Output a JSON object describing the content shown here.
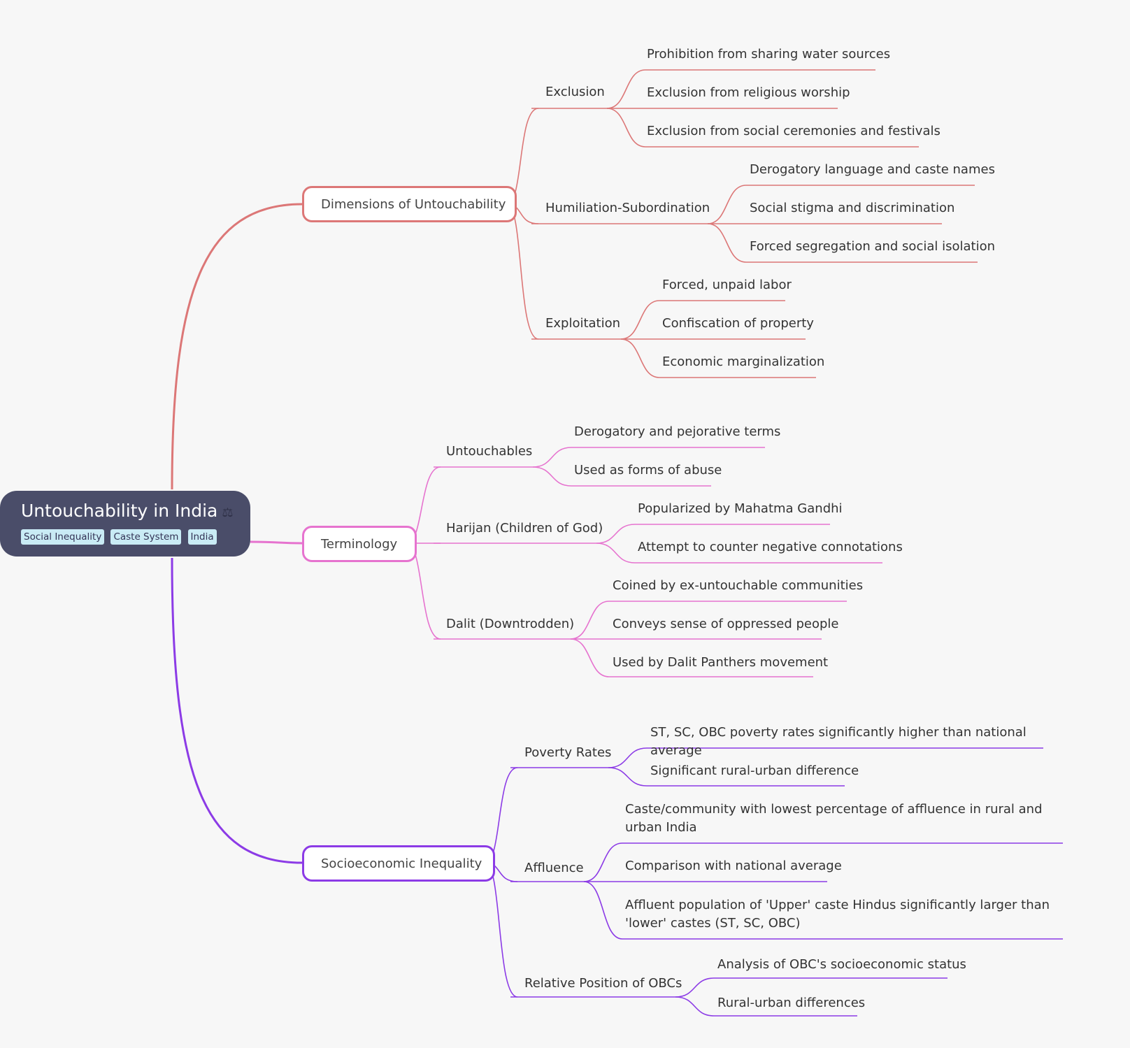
{
  "root": {
    "title": "Untouchability in India",
    "icon": "scales-icon",
    "tags": [
      "Social Inequality",
      "Caste System",
      "India"
    ],
    "color": "#4a4d69"
  },
  "branches": [
    {
      "label": "Dimensions of Untouchability",
      "color": "#dc7777",
      "children": [
        {
          "label": "Exclusion",
          "leaves": [
            "Prohibition from sharing water sources",
            "Exclusion from religious worship",
            "Exclusion from social ceremonies and festivals"
          ]
        },
        {
          "label": "Humiliation-Subordination",
          "leaves": [
            "Derogatory language and caste names",
            "Social stigma and discrimination",
            "Forced segregation and social isolation"
          ]
        },
        {
          "label": "Exploitation",
          "leaves": [
            "Forced, unpaid labor",
            "Confiscation of property",
            "Economic marginalization"
          ]
        }
      ]
    },
    {
      "label": "Terminology",
      "color": "#e673cf",
      "children": [
        {
          "label": "Untouchables",
          "leaves": [
            "Derogatory and pejorative terms",
            "Used as forms of abuse"
          ]
        },
        {
          "label": "Harijan (Children of God)",
          "leaves": [
            "Popularized by Mahatma Gandhi",
            "Attempt to counter negative connotations"
          ]
        },
        {
          "label": "Dalit (Downtrodden)",
          "leaves": [
            "Coined by ex-untouchable communities",
            "Conveys sense of oppressed people",
            "Used by Dalit Panthers movement"
          ]
        }
      ]
    },
    {
      "label": "Socioeconomic Inequality",
      "color": "#8c3be6",
      "children": [
        {
          "label": "Poverty Rates",
          "leaves": [
            "ST, SC, OBC poverty rates significantly higher than national average",
            "Significant rural-urban difference"
          ]
        },
        {
          "label": "Affluence",
          "leaves": [
            "Caste/community with lowest percentage of affluence in rural and urban India",
            "Comparison with national average",
            "Affluent population of 'Upper' caste Hindus significantly larger than 'lower' castes (ST, SC, OBC)"
          ]
        },
        {
          "label": "Relative Position of OBCs",
          "leaves": [
            "Analysis of OBC's socioeconomic status",
            "Rural-urban differences"
          ]
        }
      ]
    }
  ]
}
